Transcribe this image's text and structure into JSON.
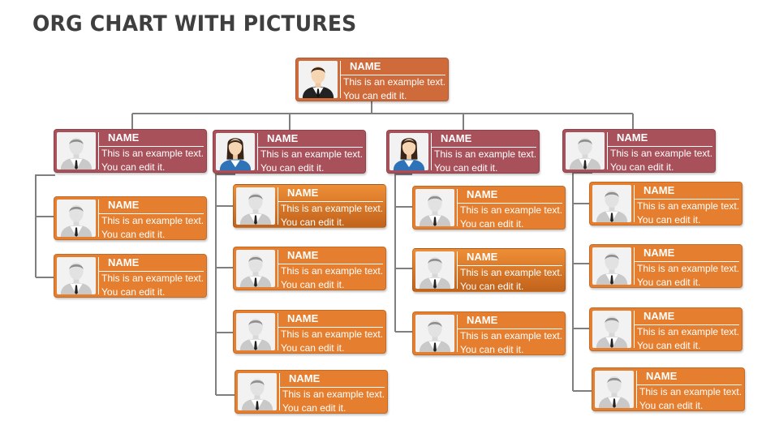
{
  "header": {
    "title": "ORG CHART WITH PICTURES"
  },
  "colors": {
    "connector": "#7f7f7f",
    "top_card": "#cf6a3b",
    "manager_card": "#a8515b",
    "staff_card": "#e57f2f",
    "staff_card_highlight": "#c2631c",
    "title_text": "#3f3f3f"
  },
  "chart": {
    "ceo": {
      "name": "NAME",
      "text": "This is an example text. You can edit it.",
      "icon": "man-suit-avatar-icon"
    },
    "managers": [
      {
        "name": "NAME",
        "text": "This is an example text. You can edit it.",
        "icon": "man-tie-avatar-icon",
        "reports": [
          {
            "name": "NAME",
            "text": "This is an example text. You can edit it.",
            "icon": "man-tie-avatar-icon"
          },
          {
            "name": "NAME",
            "text": "This is an example text. You can edit it.",
            "icon": "man-tie-avatar-icon"
          }
        ]
      },
      {
        "name": "NAME",
        "text": "This is an example text. You can edit it.",
        "icon": "woman-avatar-icon",
        "reports": [
          {
            "name": "NAME",
            "text": "This is an example text. You can edit it.",
            "icon": "man-tie-avatar-icon"
          },
          {
            "name": "NAME",
            "text": "This is an example text. You can edit it.",
            "icon": "man-tie-avatar-icon"
          },
          {
            "name": "NAME",
            "text": "This is an example text. You can edit it.",
            "icon": "man-tie-avatar-icon"
          },
          {
            "name": "NAME",
            "text": "This is an example text. You can edit it.",
            "icon": "man-tie-avatar-icon"
          }
        ]
      },
      {
        "name": "NAME",
        "text": "This is an example text. You can edit it.",
        "icon": "woman-avatar-icon",
        "reports": [
          {
            "name": "NAME",
            "text": "This is an example text. You can edit it.",
            "icon": "man-tie-avatar-icon"
          },
          {
            "name": "NAME",
            "text": "This is an example text. You can edit it.",
            "icon": "man-tie-avatar-icon"
          },
          {
            "name": "NAME",
            "text": "This is an example text. You can edit it.",
            "icon": "man-tie-avatar-icon"
          }
        ]
      },
      {
        "name": "NAME",
        "text": "This is an example text. You can edit it.",
        "icon": "man-tie-avatar-icon",
        "reports": [
          {
            "name": "NAME",
            "text": "This is an example text. You can edit it.",
            "icon": "man-tie-avatar-icon"
          },
          {
            "name": "NAME",
            "text": "This is an example text. You can edit it.",
            "icon": "man-tie-avatar-icon"
          },
          {
            "name": "NAME",
            "text": "This is an example text. You can edit it.",
            "icon": "man-tie-avatar-icon"
          },
          {
            "name": "NAME",
            "text": "This is an example text. You can edit it.",
            "icon": "man-tie-avatar-icon"
          }
        ]
      }
    ]
  }
}
